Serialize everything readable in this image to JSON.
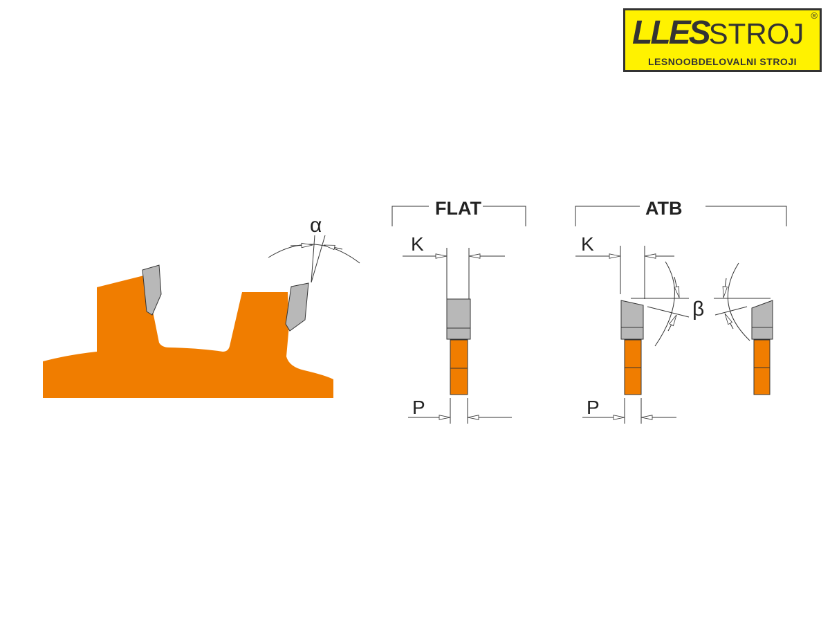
{
  "logo": {
    "brand_bold": "LLES",
    "brand_thin": "STROJ",
    "registered": "®",
    "tagline": "LESNOOBDELOVALNI STROJI"
  },
  "labels": {
    "alpha": "α",
    "beta": "β",
    "flat_title": "FLAT",
    "atb_title": "ATB",
    "k_flat": "K",
    "p_flat": "P",
    "k_atb": "K",
    "p_atb": "P"
  },
  "colors": {
    "blade": "#f07d00",
    "carbide": "#b8b8b8",
    "line": "#333333",
    "logo_bg": "#fff200"
  }
}
